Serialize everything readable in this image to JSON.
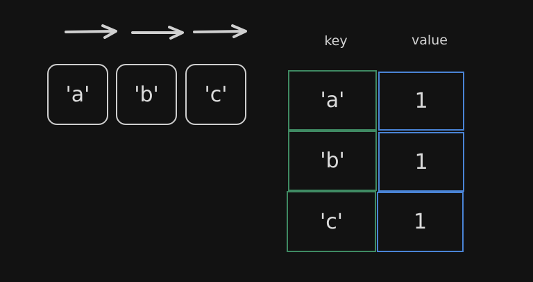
{
  "sequence": {
    "items": [
      "'a'",
      "'b'",
      "'c'"
    ],
    "arrow_count": 3
  },
  "table": {
    "headers": {
      "key": "key",
      "value": "value"
    },
    "rows": [
      {
        "key": "'a'",
        "value": "1"
      },
      {
        "key": "'b'",
        "value": "1"
      },
      {
        "key": "'c'",
        "value": "1"
      }
    ]
  },
  "colors": {
    "background": "#121212",
    "stroke": "#cfcfcf",
    "key_border": "#3f8a63",
    "value_border": "#4a84d6"
  }
}
